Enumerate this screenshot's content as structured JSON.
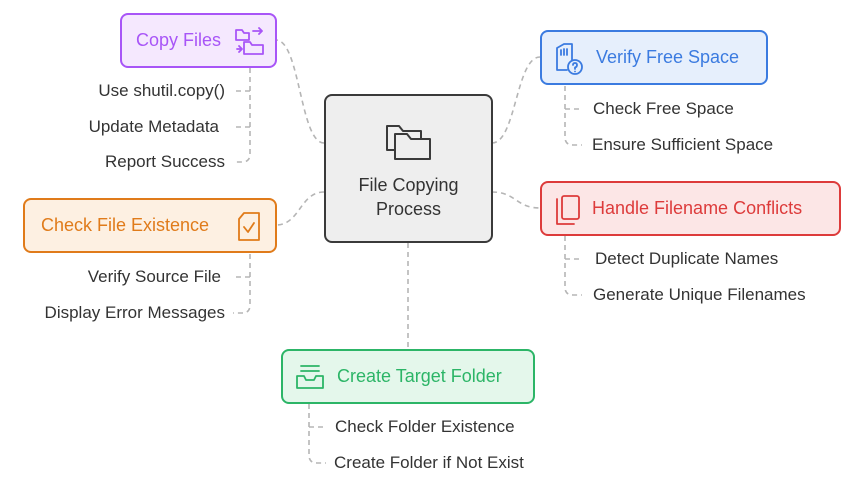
{
  "center": {
    "label_line1": "File Copying",
    "label_line2": "Process",
    "icon": "folders-icon"
  },
  "branches": {
    "copy_files": {
      "label": "Copy Files",
      "icon": "copy-folders-icon",
      "color": "#a855f7",
      "fill": "#f5e8fe",
      "items": [
        "Use shutil.copy()",
        "Update Metadata",
        "Report Success"
      ]
    },
    "check_existence": {
      "label": "Check File Existence",
      "icon": "file-check-icon",
      "color": "#e07b1a",
      "fill": "#fdf0e2",
      "items": [
        "Verify Source File",
        "Display Error Messages"
      ]
    },
    "create_folder": {
      "label": "Create Target Folder",
      "icon": "inbox-tray-icon",
      "color": "#2cb567",
      "fill": "#e4f7eb",
      "items": [
        "Check Folder Existence",
        "Create Folder if Not Exist"
      ]
    },
    "verify_space": {
      "label": "Verify Free Space",
      "icon": "storage-query-icon",
      "color": "#3b7be0",
      "fill": "#e6effc",
      "items": [
        "Check Free Space",
        "Ensure Sufficient Space"
      ]
    },
    "filename_conflicts": {
      "label": "Handle Filename Conflicts",
      "icon": "duplicate-files-icon",
      "color": "#dd3b3b",
      "fill": "#fce6e6",
      "items": [
        "Detect Duplicate Names",
        "Generate Unique Filenames"
      ]
    }
  }
}
